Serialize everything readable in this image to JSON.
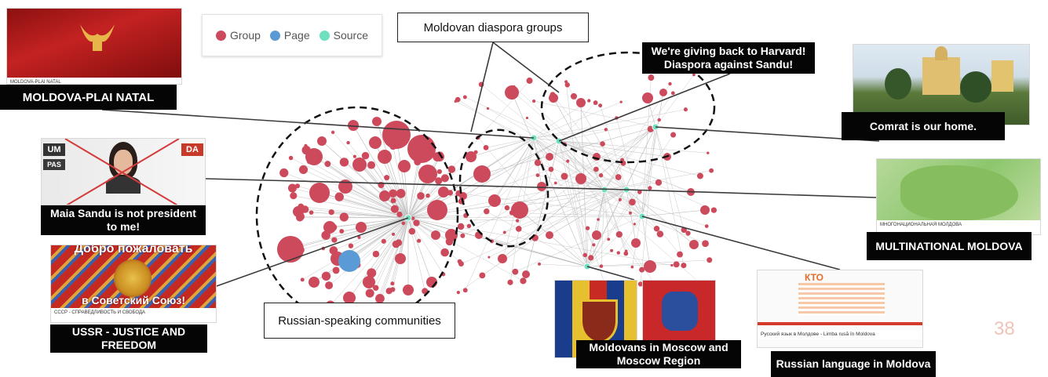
{
  "legend": {
    "items": [
      {
        "label": "Group",
        "color": "#cc4a5c"
      },
      {
        "label": "Page",
        "color": "#5b9bd5"
      },
      {
        "label": "Source",
        "color": "#6fe0bf"
      }
    ]
  },
  "callouts": {
    "moldova_plai_natal": "MOLDOVA-PLAI NATAL",
    "maia_sandu": "Maia Sandu is not president to me!",
    "ussr": "USSR - JUSTICE AND FREEDOM",
    "moldovan_diaspora": "Moldovan diaspora groups",
    "harvard": "We're giving back to Harvard! Diaspora against Sandu!",
    "comrat": "Comrat is our home.",
    "multinational": "MULTINATIONAL MOLDOVA",
    "russian_speaking": "Russian-speaking communities",
    "moldovans_moscow": "Moldovans in Moscow and Moscow Region",
    "russian_language": "Russian language in Moldova"
  },
  "thumbnails": {
    "plai_natal_caption": "MOLDOVA-PLAI NATAL",
    "sandu_badges": [
      "UM",
      "PAS",
      "DA"
    ],
    "ussr_banner_top": "Добро пожаловать",
    "ussr_banner_bottom": "в Советский Союз!",
    "ussr_caption": "СССР - СПРАВЕДЛИВОСТЬ И СВОБОДА",
    "multinational_caption": "МНОГОНАЦИОНАЛЬНАЯ МОЛДОВА",
    "russian_lang_header": "КТО МЫ?",
    "russian_lang_caption": "Русский язык в Молдове - Limba rusă în Moldova"
  },
  "page_number": "38"
}
